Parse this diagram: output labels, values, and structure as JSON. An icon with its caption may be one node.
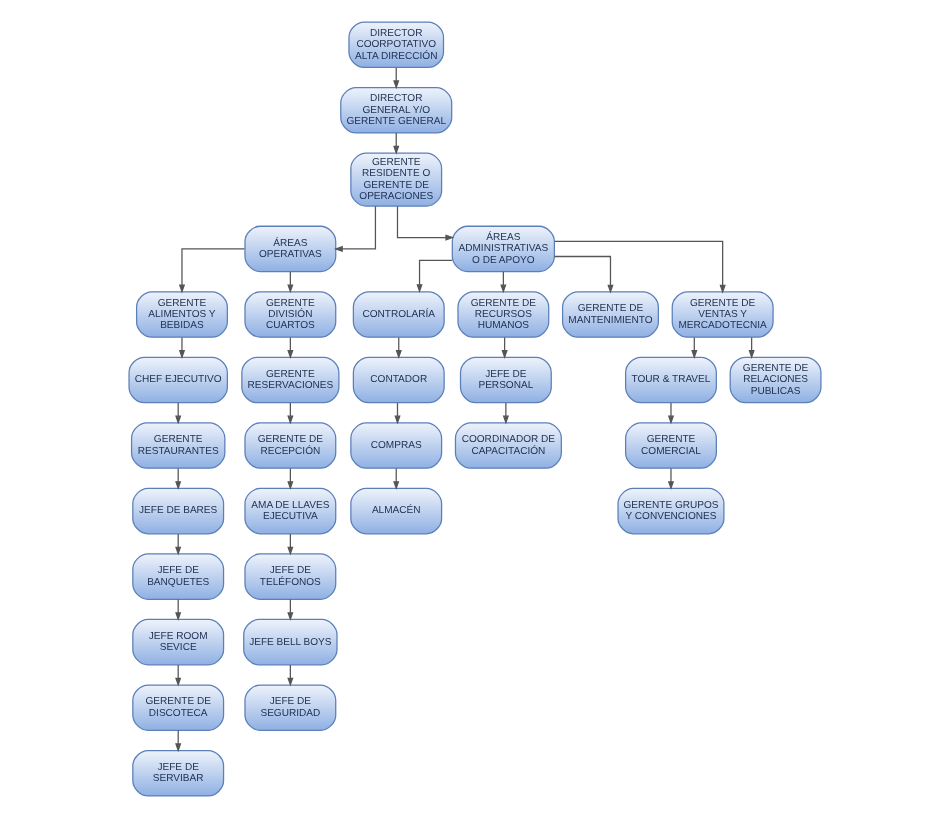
{
  "diagram": {
    "nodes": [
      {
        "text": [
          "DIRECTOR COORPOTATIVO ALTA DIRECCIÓN"
        ]
      },
      {
        "text": [
          "DIRECTOR GENERAL Y/O GERENTE GENERAL"
        ]
      },
      {
        "text": [
          "GERENTE RESIDENTE O GERENTE DE OPERACIONES"
        ]
      },
      {
        "text": [
          "ÁREAS OPERATIVAS"
        ]
      },
      {
        "text": [
          "ÁREAS ADMINISTRATIVAS O DE APOYO"
        ]
      },
      {
        "text": [
          "GERENTE ALIMENTOS Y BEBIDAS"
        ]
      },
      {
        "text": [
          "CHEF EJECUTIVO"
        ]
      },
      {
        "text": [
          "GERENTE RESTAURANTES"
        ]
      },
      {
        "text": [
          "JEFE DE BARES"
        ]
      },
      {
        "text": [
          "JEFE DE BANQUETES"
        ]
      },
      {
        "text": [
          "JEFE ROOM SEVICE"
        ]
      },
      {
        "text": [
          "GERENTE DE DISCOTECA"
        ]
      },
      {
        "text": [
          "JEFE DE SERVIBAR"
        ]
      },
      {
        "text": [
          "GERENTE DIVISIÓN CUARTOS"
        ]
      },
      {
        "text": [
          "GERENTE RESERVACIONES"
        ]
      },
      {
        "text": [
          "GERENTE DE RECEPCIÓN"
        ]
      },
      {
        "text": [
          "AMA DE LLAVES EJECUTIVA"
        ]
      },
      {
        "text": [
          "JEFE DE TELÉFONOS"
        ]
      },
      {
        "text": [
          "JEFE BELL BOYS"
        ]
      },
      {
        "text": [
          "JEFE DE SEGURIDAD"
        ]
      },
      {
        "text": [
          "CONTROLARÍA"
        ]
      },
      {
        "text": [
          "CONTADOR"
        ]
      },
      {
        "text": [
          "COMPRAS"
        ]
      },
      {
        "text": [
          "ALMACÉN"
        ]
      },
      {
        "text": [
          "GERENTE DE RECURSOS HUMANOS"
        ]
      },
      {
        "text": [
          "JEFE DE PERSONAL"
        ]
      },
      {
        "text": [
          "COORDINADOR DE CAPACITACIÓN"
        ]
      },
      {
        "text": [
          "GERENTE DE MANTENIMIENTO"
        ]
      },
      {
        "text": [
          "GERENTE DE VENTAS Y MERCADOTECNIA"
        ]
      },
      {
        "text": [
          "TOUR & TRAVEL"
        ]
      },
      {
        "text": [
          "GERENTE COMERCIAL"
        ]
      },
      {
        "text": [
          "GERENTE GRUPOS Y CONVENCIONES"
        ]
      },
      {
        "text": [
          "GERENTE DE RELACIONES PUBLICAS"
        ]
      }
    ],
    "edges": [
      {
        "from": 0,
        "to": 1,
        "arrow": "to"
      },
      {
        "from": 1,
        "to": 2,
        "arrow": "to"
      },
      {
        "from": 2,
        "to": 3,
        "arrow": "to"
      },
      {
        "from": 2,
        "to": 4,
        "arrow": "to"
      },
      {
        "from": 3,
        "to": 5,
        "arrow": "to"
      },
      {
        "from": 3,
        "to": 13,
        "arrow": "to"
      },
      {
        "from": 5,
        "to": 6,
        "arrow": "to"
      },
      {
        "from": 6,
        "to": 7,
        "arrow": "to"
      },
      {
        "from": 7,
        "to": 8,
        "arrow": "to"
      },
      {
        "from": 8,
        "to": 9,
        "arrow": "to"
      },
      {
        "from": 9,
        "to": 10,
        "arrow": "to"
      },
      {
        "from": 10,
        "to": 11,
        "arrow": "to"
      },
      {
        "from": 11,
        "to": 12,
        "arrow": "to"
      },
      {
        "from": 13,
        "to": 14,
        "arrow": "to"
      },
      {
        "from": 14,
        "to": 15,
        "arrow": "to"
      },
      {
        "from": 15,
        "to": 16,
        "arrow": "to"
      },
      {
        "from": 16,
        "to": 17,
        "arrow": "to"
      },
      {
        "from": 17,
        "to": 18,
        "arrow": "to"
      },
      {
        "from": 18,
        "to": 19,
        "arrow": "to"
      },
      {
        "from": 4,
        "to": 20,
        "arrow": "to"
      },
      {
        "from": 4,
        "to": 24,
        "arrow": "to"
      },
      {
        "from": 4,
        "to": 27,
        "arrow": "to"
      },
      {
        "from": 4,
        "to": 28,
        "arrow": "to"
      },
      {
        "from": 20,
        "to": 21,
        "arrow": "to"
      },
      {
        "from": 21,
        "to": 22,
        "arrow": "to"
      },
      {
        "from": 22,
        "to": 23,
        "arrow": "to"
      },
      {
        "from": 24,
        "to": 25,
        "arrow": "to"
      },
      {
        "from": 25,
        "to": 26,
        "arrow": "to"
      },
      {
        "from": 28,
        "to": 29,
        "arrow": "to"
      },
      {
        "from": 28,
        "to": 32,
        "arrow": "to"
      },
      {
        "from": 29,
        "to": 30,
        "arrow": "to"
      },
      {
        "from": 30,
        "to": 31,
        "arrow": "to"
      }
    ]
  }
}
